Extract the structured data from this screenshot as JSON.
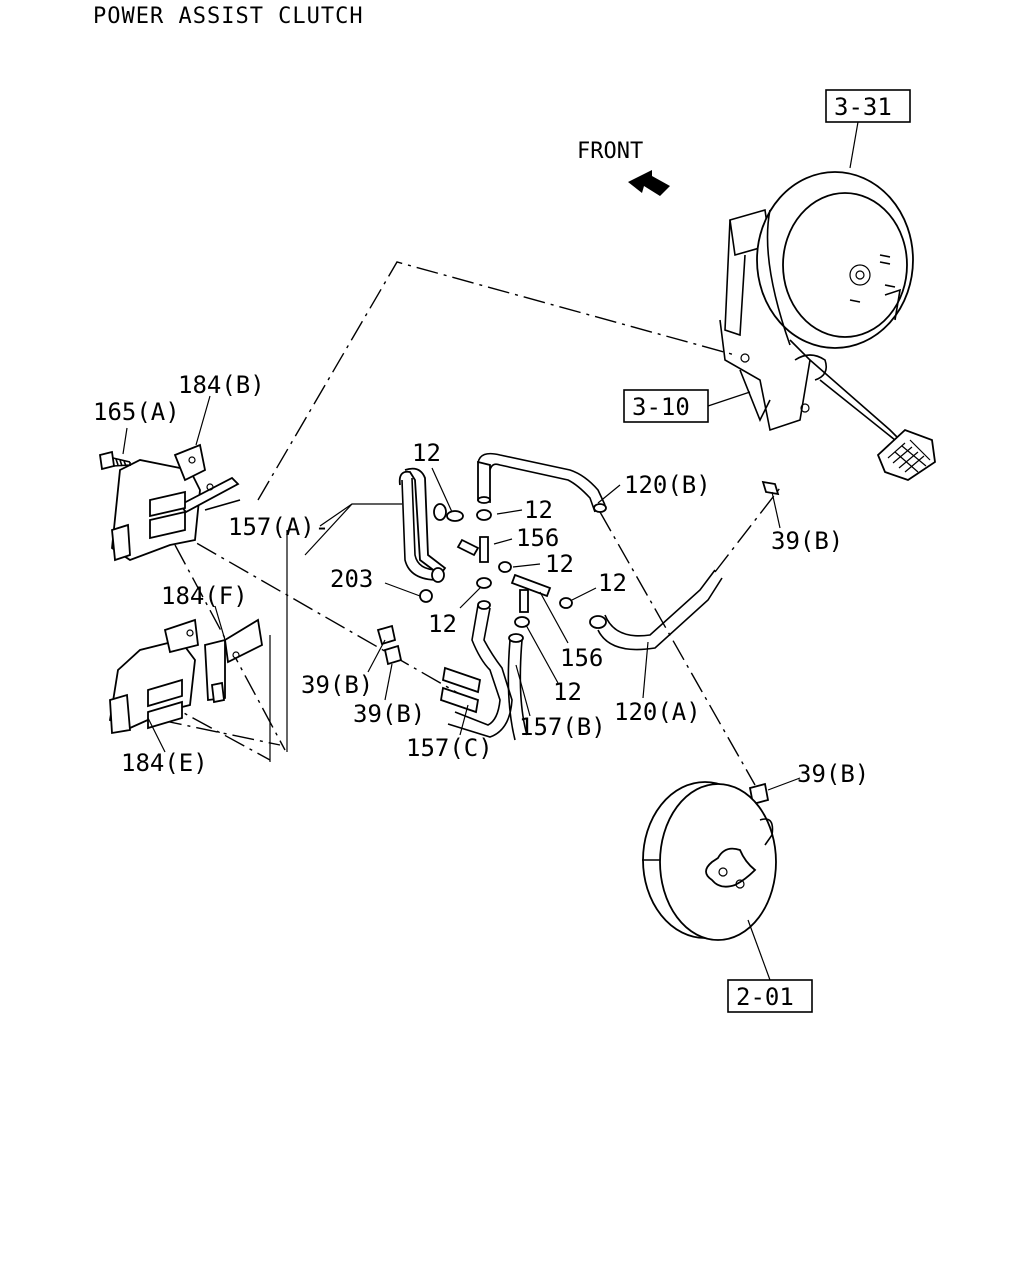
{
  "title": "POWER ASSIST CLUTCH",
  "direction_label": "FRONT",
  "refs": {
    "ref_3_31": "3-31",
    "ref_3_10": "3-10",
    "ref_2_01": "2-01"
  },
  "callouts": {
    "p165a": "165(A)",
    "p184b": "184(B)",
    "p184f": "184(F)",
    "p184e": "184(E)",
    "p157a": "157(A)-",
    "p157b": "157(B)",
    "p157c": "157(C)",
    "p203": "203",
    "p12_a": "12",
    "p12_b": "12",
    "p12_c": "12",
    "p12_d": "12",
    "p12_e": "12",
    "p12_f": "12",
    "p156_a": "156",
    "p156_b": "156",
    "p120a": "120(A)",
    "p120b": "120(B)",
    "p39b_a": "39(B)",
    "p39b_b": "39(B)",
    "p39b_c": "39(B)",
    "p39b_d": "39(B)"
  }
}
